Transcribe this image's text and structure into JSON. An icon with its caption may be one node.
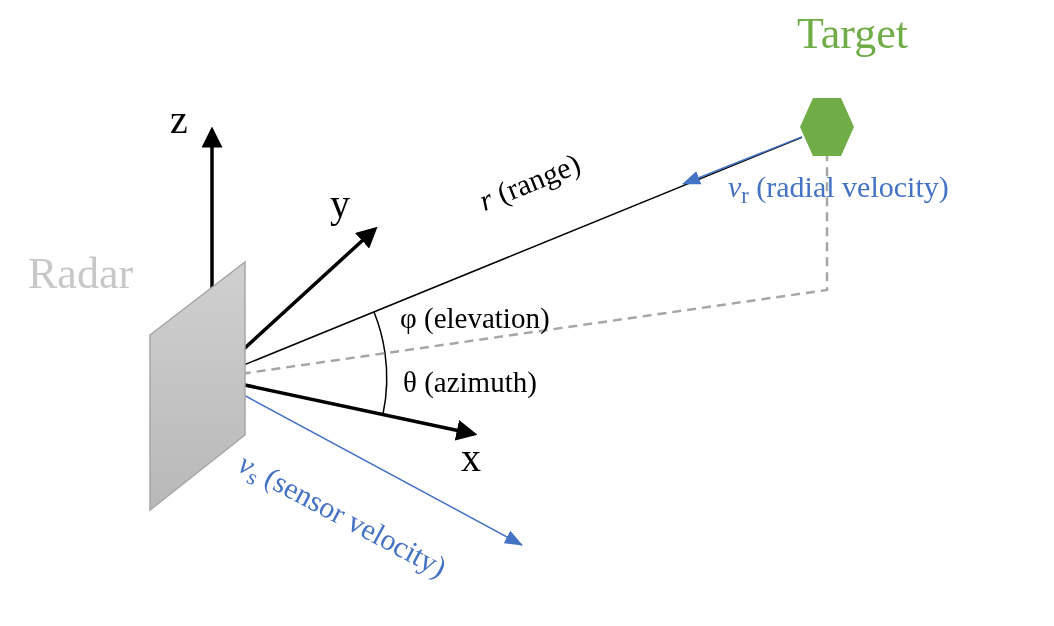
{
  "diagram": {
    "nodes": [
      {
        "text": [
          "Radar"
        ]
      },
      {
        "text": [
          "Target"
        ]
      }
    ],
    "edges": [
      {
        "from": 0,
        "to": 1,
        "arrow": "none",
        "label": "*r* (range)",
        "color": "#000000"
      },
      {
        "from": 0,
        "to": 1,
        "arrow": "none",
        "style": "dashed",
        "color": "#a6a6a6"
      },
      {
        "from": 1,
        "to": null,
        "arrow": "to",
        "label": "*v*$_{r}$ (radial velocity)",
        "color": "#4472c4"
      },
      {
        "from": 0,
        "to": null,
        "arrow": "to",
        "label": "*v*$_{s}$ (sensor velocity)",
        "color": "#4472c4"
      }
    ],
    "labels": [
      "z",
      "y",
      "φ (elevation)",
      "θ (azimuth)",
      "x"
    ]
  }
}
